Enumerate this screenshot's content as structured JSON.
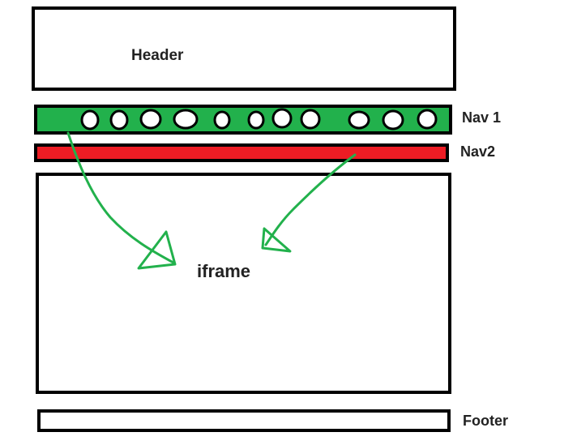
{
  "labels": {
    "header": "Header",
    "nav1": "Nav 1",
    "nav2": "Nav2",
    "iframe": "iframe",
    "footer": "Footer"
  },
  "colors": {
    "nav1_fill": "#22b14c",
    "nav2_fill": "#ed1c24",
    "arrow_stroke": "#22b14c",
    "outline": "#000000"
  },
  "nav1": {
    "item_count": 11
  }
}
